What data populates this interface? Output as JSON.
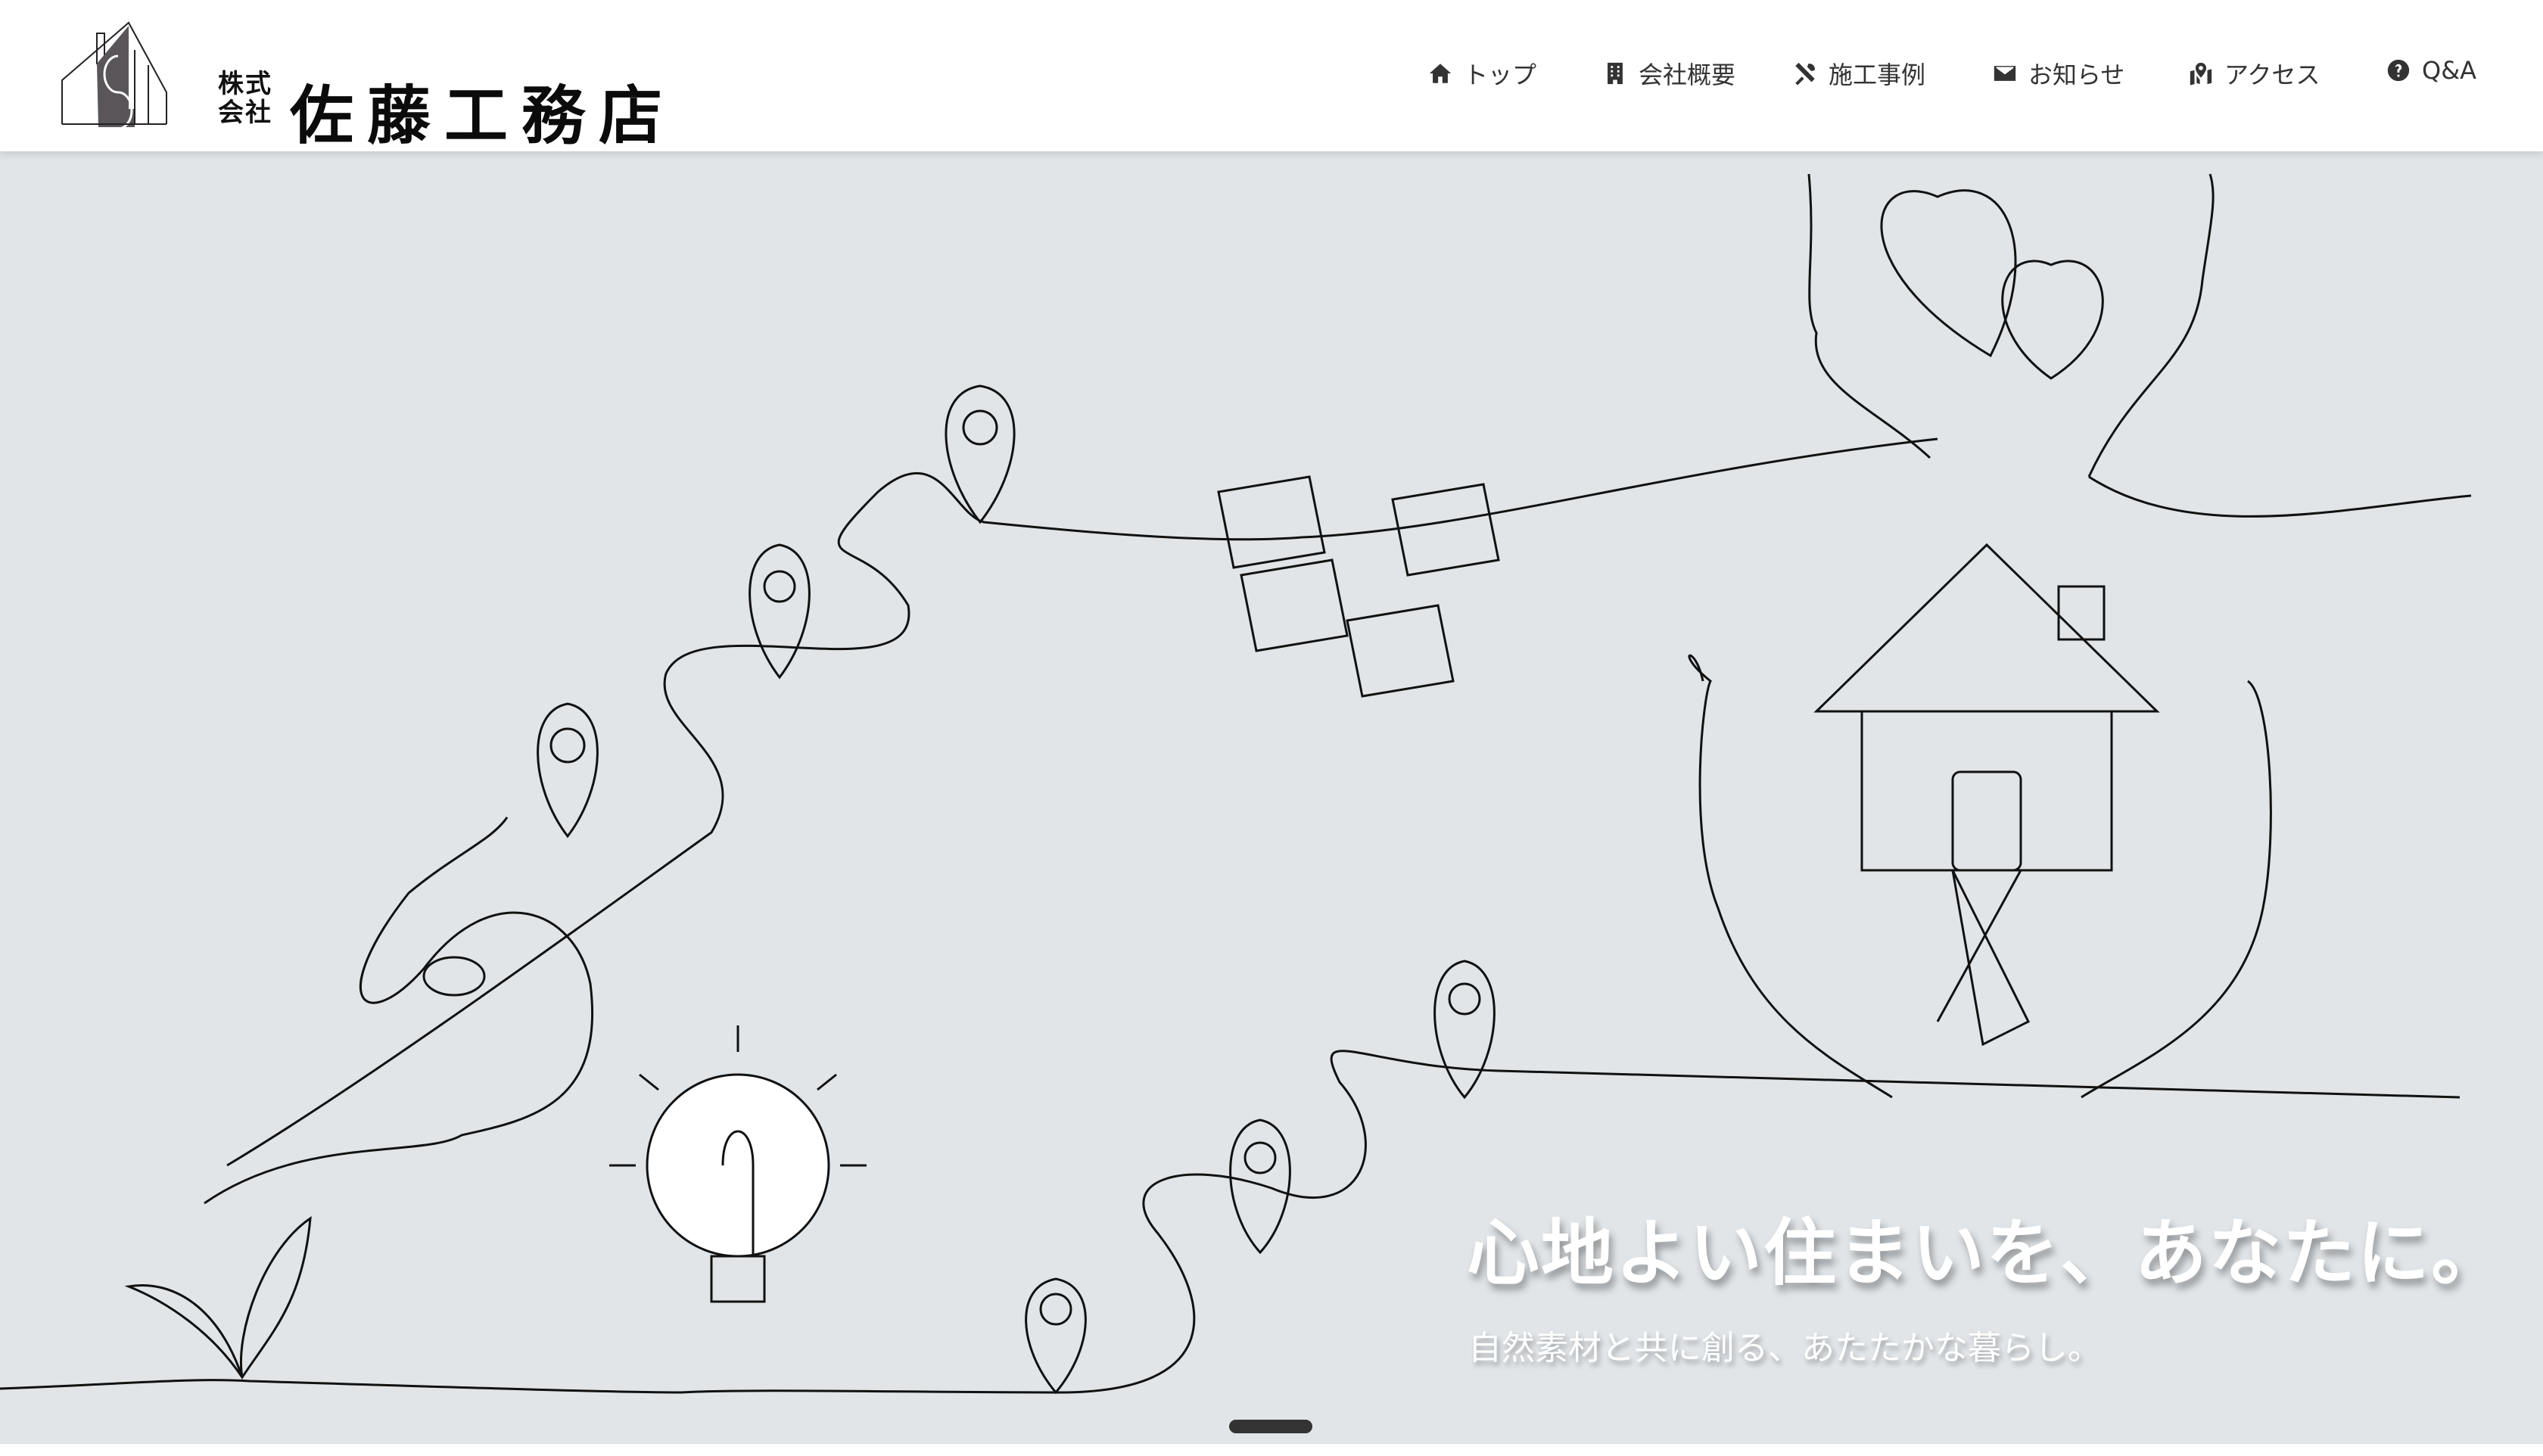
{
  "header": {
    "logo": {
      "company_type": "株式会社",
      "company_name": "佐藤工務店"
    },
    "nav": [
      {
        "label": "トップ",
        "icon": "home-icon"
      },
      {
        "label": "会社概要",
        "icon": "building-icon"
      },
      {
        "label": "施工事例",
        "icon": "tools-icon"
      },
      {
        "label": "お知らせ",
        "icon": "envelope-icon"
      },
      {
        "label": "アクセス",
        "icon": "map-marker-icon"
      },
      {
        "label": "Q&A",
        "icon": "question-circle-icon"
      }
    ]
  },
  "hero": {
    "headline": "心地よい住まいを、あなたに。",
    "subtitle": "自然素材と共に創る、あたたかな暮らし。",
    "background": "#e1e5e8",
    "slides_indicator": "active"
  }
}
